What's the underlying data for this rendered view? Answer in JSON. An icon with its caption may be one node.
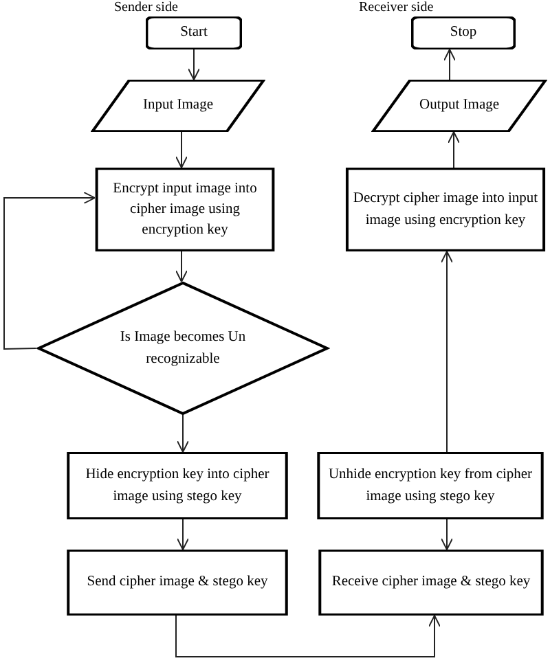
{
  "diagram": {
    "nodes": [
      {
        "text": [
          "Start"
        ]
      },
      {
        "text": [
          "Input Image"
        ]
      },
      {
        "text": [
          "Encrypt input image into cipher image using encryption key"
        ]
      },
      {
        "text": [
          "Is Image becomes Un recognizable"
        ]
      },
      {
        "text": [
          "Hide encryption key into cipher image using stego key"
        ]
      },
      {
        "text": [
          "Send cipher image & stego key"
        ]
      },
      {
        "text": [
          "Stop"
        ]
      },
      {
        "text": [
          "Output Image"
        ]
      },
      {
        "text": [
          "Decrypt cipher image into input image using encryption key"
        ]
      },
      {
        "text": [
          "Unhide encryption key from cipher image using stego key"
        ]
      },
      {
        "text": [
          "Receive cipher image & stego key"
        ]
      }
    ],
    "edges": [
      {
        "from": 0,
        "to": 1,
        "arrow": "to"
      },
      {
        "from": 1,
        "to": 2,
        "arrow": "to"
      },
      {
        "from": 2,
        "to": 3,
        "arrow": "to"
      },
      {
        "from": 3,
        "to": 2,
        "arrow": "to"
      },
      {
        "from": 3,
        "to": 4,
        "arrow": "to"
      },
      {
        "from": 4,
        "to": 5,
        "arrow": "to"
      },
      {
        "from": 5,
        "to": 10,
        "arrow": "to"
      },
      {
        "from": 9,
        "to": 8,
        "arrow": "to"
      },
      {
        "from": 8,
        "to": 7,
        "arrow": "to"
      },
      {
        "from": 7,
        "to": 6,
        "arrow": "to"
      },
      {
        "from": 9,
        "to": 10,
        "arrow": "to"
      }
    ],
    "labels": [
      "Sender side",
      "Receiver side"
    ]
  }
}
